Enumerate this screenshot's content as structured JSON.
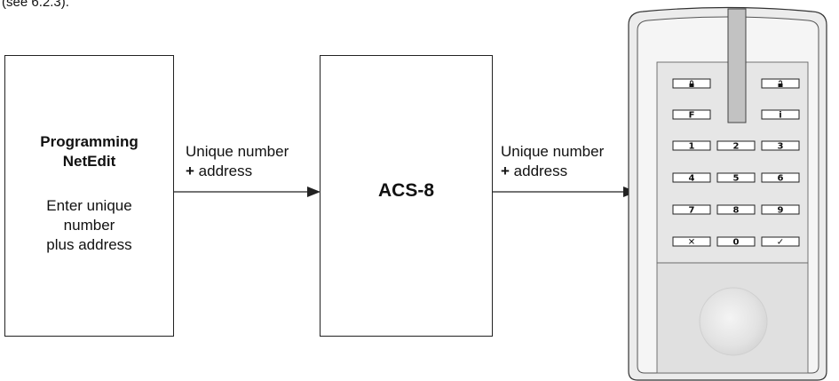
{
  "caption": "(see 6.2.3).",
  "boxes": {
    "netedit": {
      "title_line1": "Programming",
      "title_line2": "NetEdit",
      "desc_line1": "Enter unique",
      "desc_line2": "number",
      "desc_line3": "plus address"
    },
    "acs8": {
      "title": "ACS-8"
    }
  },
  "connectors": [
    {
      "line1": "Unique number",
      "plus": "+",
      "line2": " address"
    },
    {
      "line1": "Unique number",
      "plus": "+",
      "line2": " address"
    }
  ],
  "keypad": {
    "icons": [
      "lock-icon",
      "unlock-icon",
      "info-icon",
      "cross-icon",
      "check-icon"
    ],
    "keys": [
      [
        "F",
        "",
        "i"
      ],
      [
        "1",
        "2",
        "3"
      ],
      [
        "4",
        "5",
        "6"
      ],
      [
        "7",
        "8",
        "9"
      ],
      [
        "✕",
        "0",
        "✓"
      ]
    ]
  }
}
